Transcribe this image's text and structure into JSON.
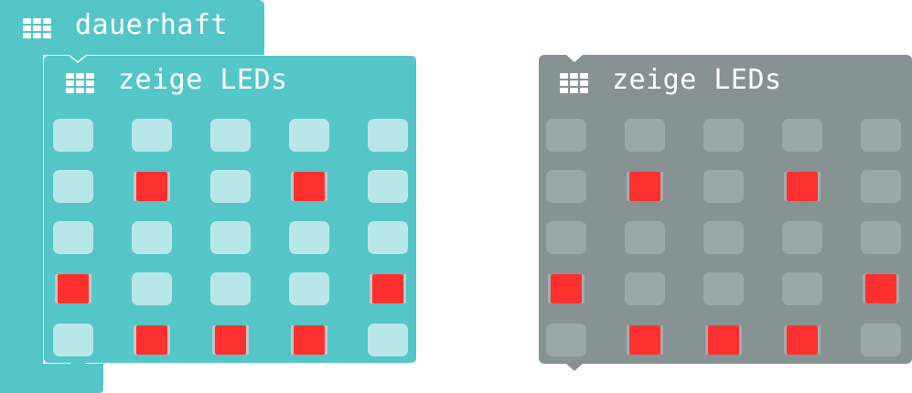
{
  "forever_block": {
    "label": "dauerhaft",
    "icon": "led-grid-icon",
    "color": "#55C6C8"
  },
  "show_leds_blocks": [
    {
      "label": "zeige LEDs",
      "icon": "led-grid-icon",
      "state": "enabled",
      "color": "#55C6C8",
      "on_color": "#FF3030",
      "leds": [
        [
          0,
          0,
          0,
          0,
          0
        ],
        [
          0,
          1,
          0,
          1,
          0
        ],
        [
          0,
          0,
          0,
          0,
          0
        ],
        [
          1,
          0,
          0,
          0,
          1
        ],
        [
          0,
          1,
          1,
          1,
          0
        ]
      ]
    },
    {
      "label": "zeige LEDs",
      "icon": "led-grid-icon",
      "state": "disabled",
      "color": "#879393",
      "on_color": "#FF3030",
      "leds": [
        [
          0,
          0,
          0,
          0,
          0
        ],
        [
          0,
          1,
          0,
          1,
          0
        ],
        [
          0,
          0,
          0,
          0,
          0
        ],
        [
          1,
          0,
          0,
          0,
          1
        ],
        [
          0,
          1,
          1,
          1,
          0
        ]
      ]
    }
  ]
}
